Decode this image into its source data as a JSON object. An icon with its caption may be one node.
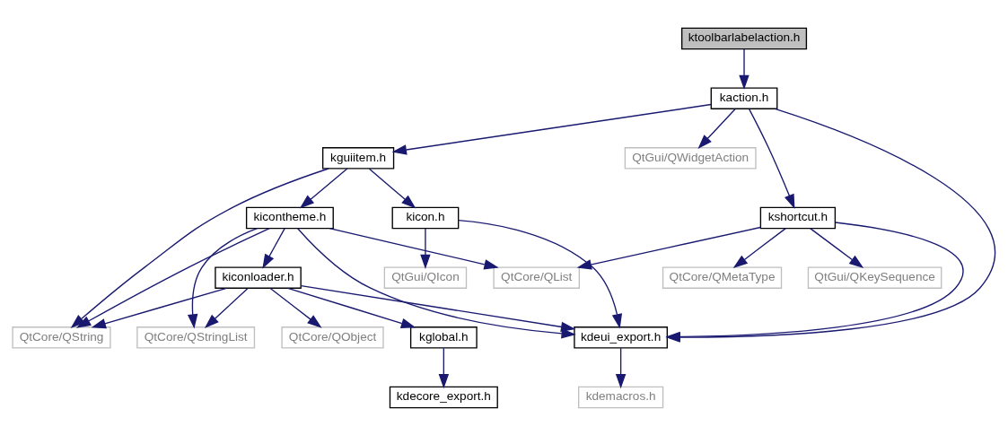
{
  "diagram": {
    "nodes": [
      {
        "text": [
          "ktoolbarlabelaction.h"
        ]
      },
      {
        "text": [
          "kaction.h"
        ]
      },
      {
        "text": [
          "kguiitem.h"
        ]
      },
      {
        "text": [
          "QtGui/QWidgetAction"
        ]
      },
      {
        "text": [
          "kicontheme.h"
        ]
      },
      {
        "text": [
          "kicon.h"
        ]
      },
      {
        "text": [
          "kshortcut.h"
        ]
      },
      {
        "text": [
          "kiconloader.h"
        ]
      },
      {
        "text": [
          "QtCore/QList"
        ]
      },
      {
        "text": [
          "QtGui/QIcon"
        ]
      },
      {
        "text": [
          "QtCore/QMetaType"
        ]
      },
      {
        "text": [
          "QtGui/QKeySequence"
        ]
      },
      {
        "text": [
          "QtCore/QString"
        ]
      },
      {
        "text": [
          "QtCore/QStringList"
        ]
      },
      {
        "text": [
          "QtCore/QObject"
        ]
      },
      {
        "text": [
          "kglobal.h"
        ]
      },
      {
        "text": [
          "kdeui_export.h"
        ]
      },
      {
        "text": [
          "kdecore_export.h"
        ]
      },
      {
        "text": [
          "kdemacros.h"
        ]
      }
    ],
    "edges": [
      {
        "from": 0,
        "to": 1,
        "arrow": "to"
      },
      {
        "from": 1,
        "to": 2,
        "arrow": "to"
      },
      {
        "from": 1,
        "to": 3,
        "arrow": "to"
      },
      {
        "from": 1,
        "to": 6,
        "arrow": "to"
      },
      {
        "from": 1,
        "to": 16,
        "arrow": "to"
      },
      {
        "from": 2,
        "to": 12,
        "arrow": "to"
      },
      {
        "from": 2,
        "to": 4,
        "arrow": "to"
      },
      {
        "from": 2,
        "to": 5,
        "arrow": "to"
      },
      {
        "from": 4,
        "to": 12,
        "arrow": "to"
      },
      {
        "from": 4,
        "to": 13,
        "arrow": "to"
      },
      {
        "from": 4,
        "to": 7,
        "arrow": "to"
      },
      {
        "from": 4,
        "to": 16,
        "arrow": "to"
      },
      {
        "from": 4,
        "to": 8,
        "arrow": "to"
      },
      {
        "from": 5,
        "to": 16,
        "arrow": "to"
      },
      {
        "from": 5,
        "to": 9,
        "arrow": "to"
      },
      {
        "from": 6,
        "to": 8,
        "arrow": "to"
      },
      {
        "from": 6,
        "to": 10,
        "arrow": "to"
      },
      {
        "from": 6,
        "to": 11,
        "arrow": "to"
      },
      {
        "from": 6,
        "to": 16,
        "arrow": "to"
      },
      {
        "from": 7,
        "to": 12,
        "arrow": "to"
      },
      {
        "from": 7,
        "to": 13,
        "arrow": "to"
      },
      {
        "from": 7,
        "to": 14,
        "arrow": "to"
      },
      {
        "from": 7,
        "to": 15,
        "arrow": "to"
      },
      {
        "from": 7,
        "to": 16,
        "arrow": "to"
      },
      {
        "from": 15,
        "to": 17,
        "arrow": "to"
      },
      {
        "from": 16,
        "to": 18,
        "arrow": "to"
      }
    ]
  }
}
